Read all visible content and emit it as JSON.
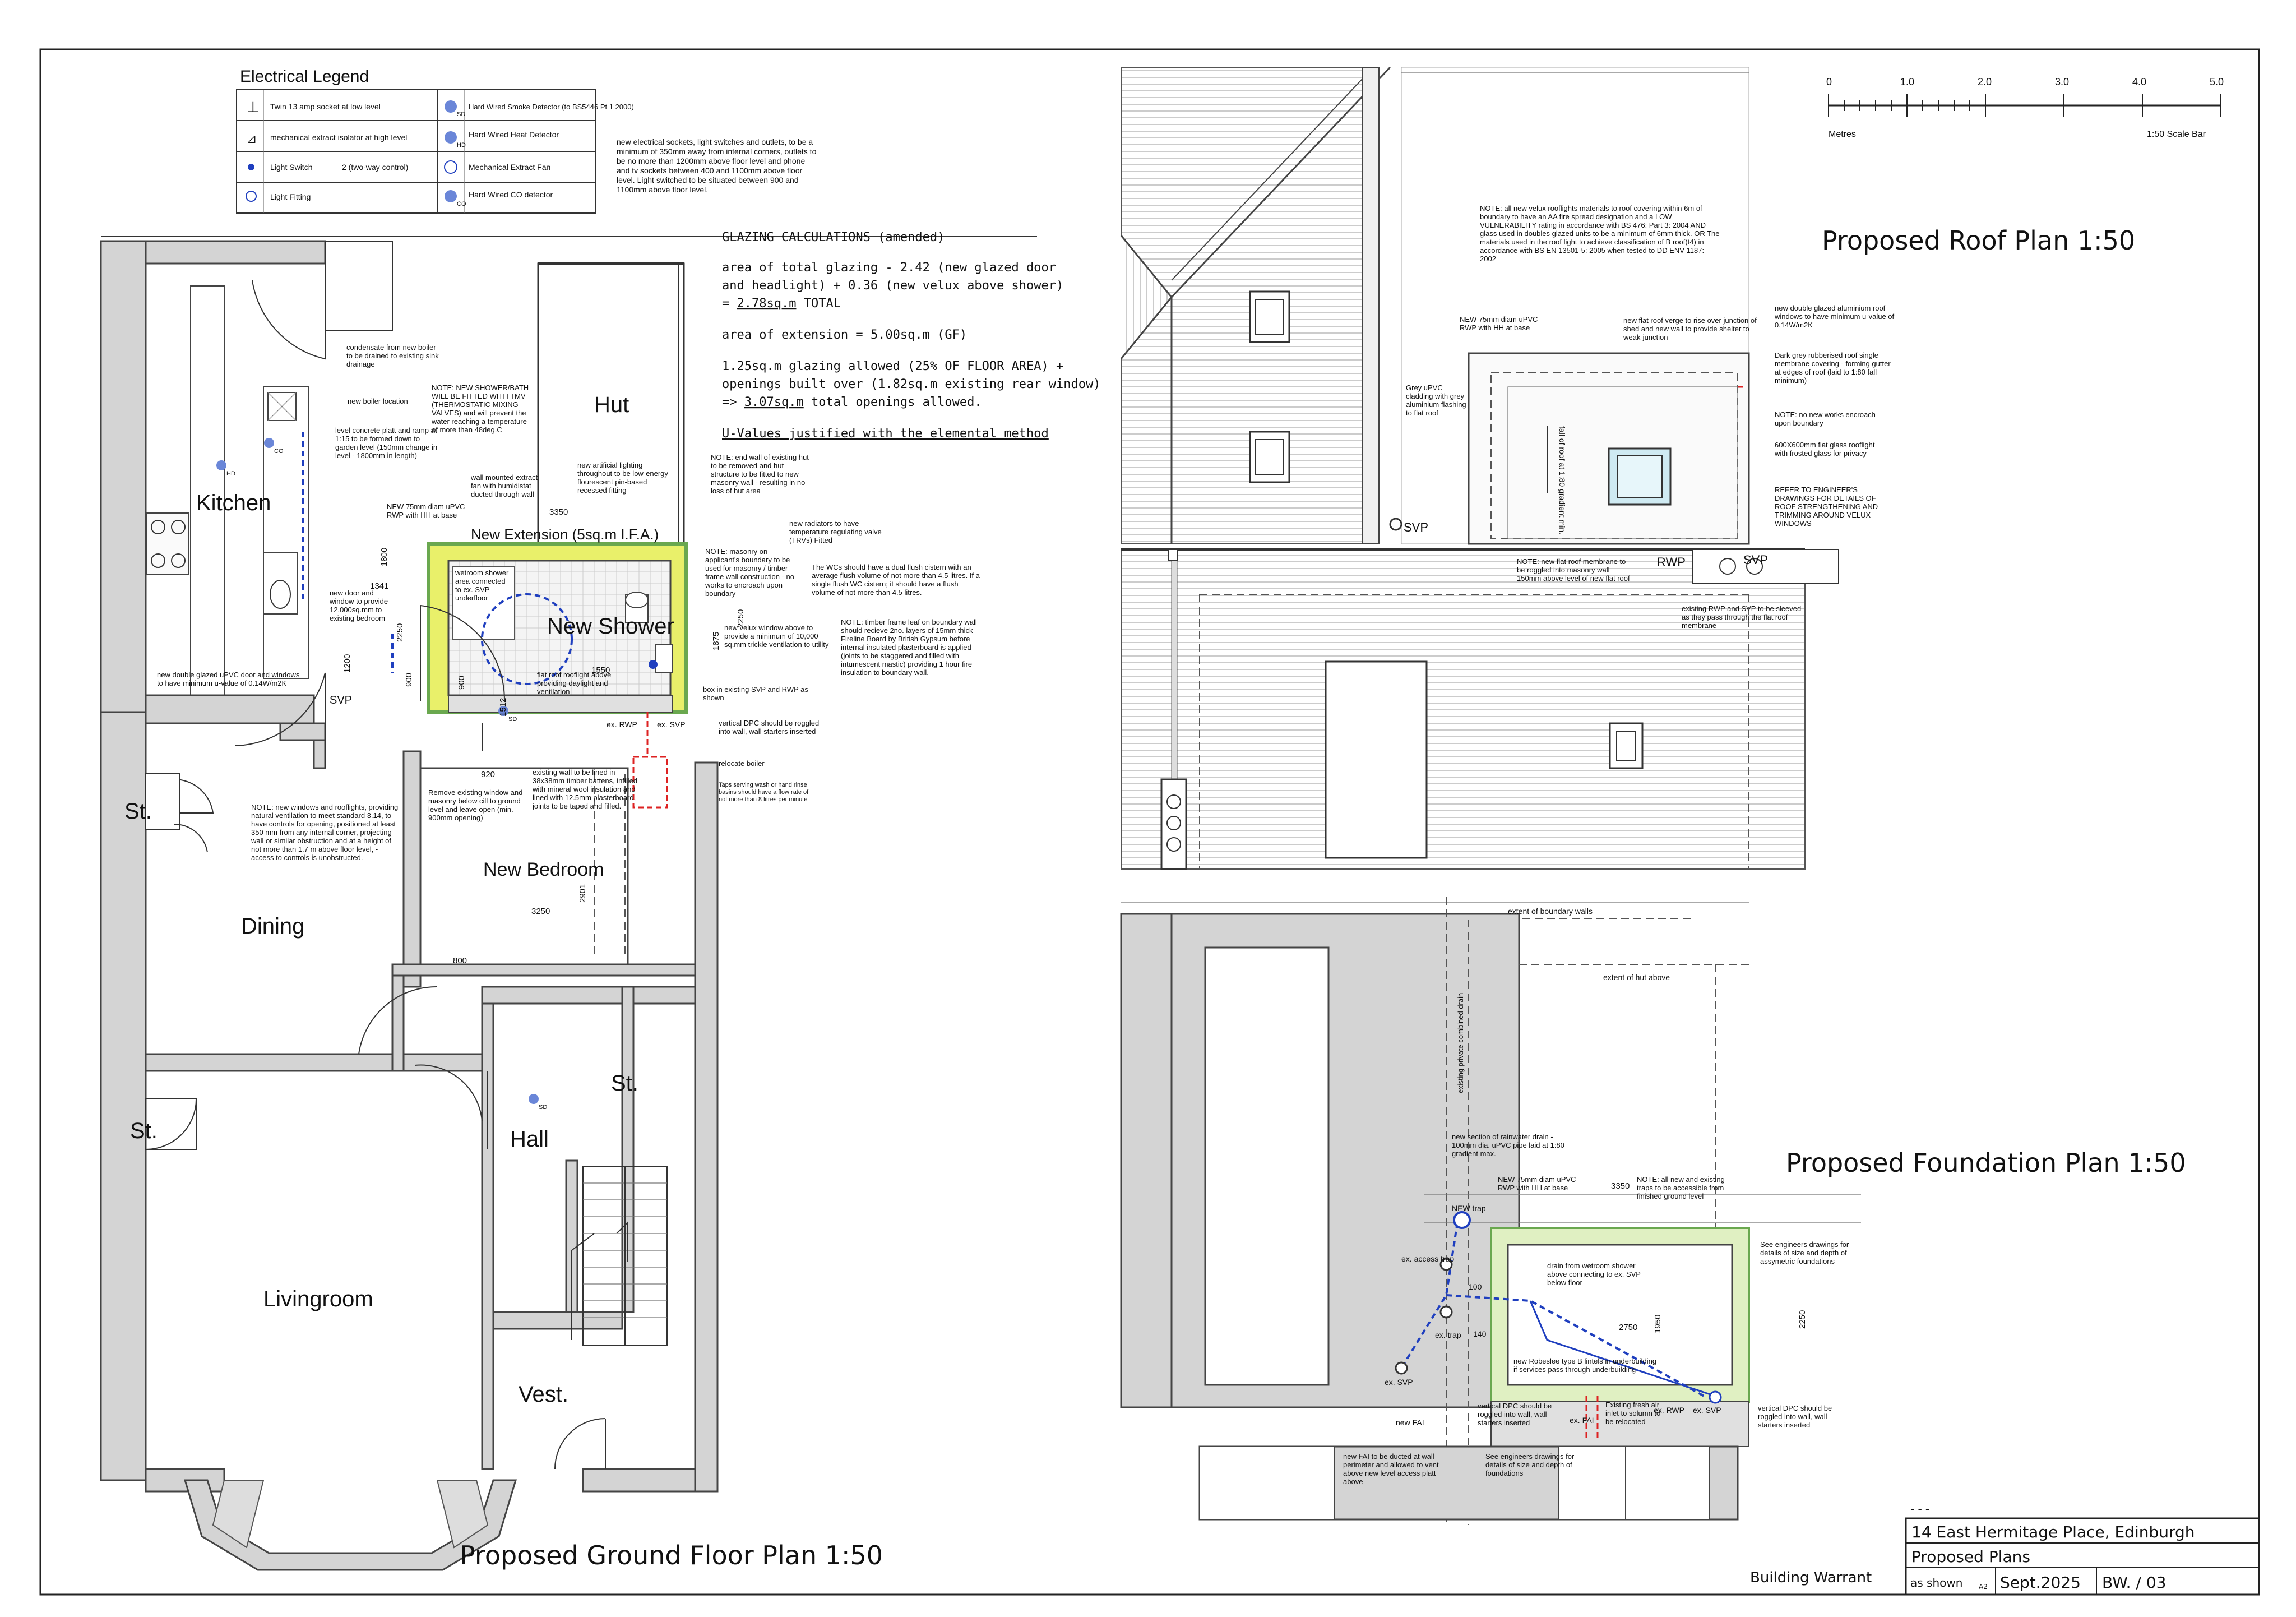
{
  "legend": {
    "title": "Electrical Legend",
    "items": [
      "Twin 13 amp socket at low level",
      "mechanical extract isolator at high level",
      "Light Switch",
      "2 (two-way control)",
      "Light Fitting",
      "Hard Wired Smoke Detector (to BS5446 Pt 1 2000)",
      "Hard Wired Heat Detector",
      "Mechanical Extract Fan",
      "Hard Wired CO detector"
    ],
    "symbol_labels": [
      "SD",
      "HD",
      "CO"
    ]
  },
  "electrical_note": "new electrical sockets, light switches and outlets, to be a minimum of 350mm away from internal corners, outlets to be no more than 1200mm above floor level and phone and tv sockets between 400 and 1100mm above floor level. Light switched to be situated between 900 and 1100mm above floor level.",
  "glazing": {
    "heading": "GLAZING CALCULATIONS (amended)",
    "line1": "area of total glazing -  2.42 (new glazed door",
    "line2": "and headlight) + 0.36  (new velux above shower)",
    "line3_prefix": "= ",
    "line3_value": "2.78sq.m",
    "line3_suffix": " TOTAL",
    "line4": "area of extension = 5.00sq.m (GF)",
    "line5": "1.25sq.m glazing allowed (25% OF FLOOR AREA) +",
    "line6": "openings built over (1.82sq.m existing rear window)",
    "line7_prefix": "=> ",
    "line7_value": "3.07sq.m",
    "line7_suffix": " total openings allowed.",
    "uvalues": "U-Values justified with the elemental method"
  },
  "ground_floor": {
    "title": "Proposed Ground Floor Plan 1:50",
    "rooms": {
      "kitchen": "Kitchen",
      "hut": "Hut",
      "new_extension": "New Extension (5sq.m I.F.A.)",
      "new_shower": "New Shower",
      "st1": "St.",
      "st2": "St.",
      "st3": "St.",
      "dining": "Dining",
      "new_bedroom": "New Bedroom",
      "hall": "Hall",
      "livingroom": "Livingroom",
      "vest": "Vest."
    },
    "dims": [
      "3350",
      "1800",
      "1341",
      "2250",
      "1200",
      "900",
      "1550",
      "900",
      "1512",
      "1875",
      "2250",
      "920",
      "3250",
      "2901",
      "800"
    ],
    "labels": [
      "SVP",
      "ex. RWP",
      "ex. SVP",
      "HD",
      "CO",
      "SD",
      "SD"
    ],
    "notes": {
      "condensate": "condensate from new boiler to be drained to existing sink drainage",
      "boiler": "new boiler location",
      "shower_tmv": "NOTE: NEW SHOWER/BATH WILL BE FITTED WITH TMV (THERMOSTATIC MIXING VALVES) and will prevent the water reaching a temperature of more than 48deg.C",
      "concrete": "level concrete platt and ramp at 1:15 to be formed down to garden level (150mm change in level - 1800mm in length)",
      "extract": "wall mounted extract fan with humidistat ducted through wall",
      "rwp": "NEW 75mm diam uPVC RWP with HH at base",
      "lighting": "new artificial lighting throughout to be low-energy flourescent pin-based recessed fitting",
      "door_window": "new door and window to provide 12,000sq.mm to existing bedroom",
      "wetroom": "wetroom shower area connected to ex. SVP underfloor",
      "rooflight": "flat roof rooflight above providing daylight and ventilation",
      "hut_wall": "NOTE: end wall of existing hut to be removed and hut structure to be fitted to new masonry wall - resulting in no loss of hut area",
      "radiators": "new radiators to have temperature regulating valve (TRVs) Fitted",
      "masonry": "NOTE: masonry on applicant's boundary to be used for masonry / timber frame wall construction - no works to encroach upon boundary",
      "wc": "The WCs should have a dual flush cistern with an average flush volume of not more than 4.5 litres. If a single flush WC cistern; it should have a flush volume of not more than 4.5 litres.",
      "velux": "new velux window above to provide a minimum of 10,000 sq.mm trickle ventilation to utility",
      "timber_frame": "NOTE: timber frame leaf on boundary wall should recieve 2no. layers of 15mm thick Fireline Board by British Gypsum before internal insulated plasterboard is applied (joints to be staggered and filled with intumescent mastic) providing 1 hour fire insulation to boundary wall.",
      "box": "box in existing SVP and RWP as shown",
      "dpc": "vertical DPC should be roggled into wall, wall starters inserted",
      "boiler_relocate": "relocate boiler",
      "taps": "Taps serving wash or hand rinse basins should have a flow rate of not more than 8 litres per minute",
      "double_glazed": "new double glazed uPVC door and windows to have minimum u-value of 0.14W/m2K",
      "ventilation": "NOTE: new windows and rooflights, providing natural ventilation to meet standard 3.14, to have controls for opening, positioned at least 350 mm from any internal corner, projecting wall or similar obstruction and at a height of not more than 1.7 m above floor level, - access to controls is unobstructed.",
      "remove_window": "Remove existing window and masonry below cill to ground level and leave open (min. 900mm opening)",
      "lined_wall": "existing wall to be lined in 38x38mm timber battens, infilled with mineral wool insulation and lined with 12.5mm plasterboard, joints to be taped and filled."
    }
  },
  "scale_bar": {
    "ticks": [
      "0",
      "1.0",
      "2.0",
      "3.0",
      "4.0",
      "5.0"
    ],
    "unit": "Metres",
    "label": "1:50 Scale Bar"
  },
  "roof_plan": {
    "title": "Proposed Roof Plan 1:50",
    "labels": [
      "SVP",
      "RWP",
      "SVP"
    ],
    "fall_label": "fall of roof at 1:80 gradient min.",
    "notes": {
      "velux": "NOTE: all new velux rooflights materials to roof covering within 6m of boundary to have an AA fire spread designation and a LOW VULNERABILITY rating in accordance with BS 476: Part 3: 2004 AND glass used in doubles glazed units to be a minimum of 6mm thick. OR The materials used in the roof light to achieve classification of B roof(t4) in accordance with BS EN 13501-5: 2005 when tested to DD ENV 1187: 2002",
      "rwp": "NEW 75mm diam uPVC RWP with HH at base",
      "verge": "new flat roof verge to rise over junction of shed and new wall to provide shelter to weak-junction",
      "cladding": "Grey uPVC cladding with grey aluminium flashing to flat roof",
      "aluminium": "new double glazed aluminium roof windows to have minimum u-value of 0.14W/m2K",
      "membrane": "Dark grey rubberised roof single membrane covering - forming gutter at edges of roof (laid to 1:80 fall minimum)",
      "encroach": "NOTE: no new works encroach upon boundary",
      "rooflight": "600X600mm flat glass rooflight with frosted glass for privacy",
      "engineer": "REFER TO ENGINEER'S DRAWINGS FOR DETAILS OF ROOF STRENGTHENING AND TRIMMING AROUND VELUX WINDOWS",
      "roggled": "NOTE: new flat roof membrane to be roggled into masonry wall 150mm above level of new flat roof",
      "sleeved": "existing RWP and SVP to be sleeved as they pass through the flat roof membrane"
    }
  },
  "foundation_plan": {
    "title": "Proposed Foundation Plan 1:50",
    "dims": [
      "3350",
      "2250",
      "100",
      "140",
      "2750",
      "1950"
    ],
    "labels": [
      "NEW trap",
      "ex. access trap",
      "ex. trap",
      "ex. SVP",
      "new FAI",
      "ex. FAI",
      "ex. RWP",
      "ex. SVP"
    ],
    "notes": {
      "boundary": "extent of boundary walls",
      "hut": "extent of hut above",
      "drain": "existing private combined drain",
      "rainwater": "new section of rainwater drain - 100mm dia. uPVC pipe laid at 1:80 gradient max.",
      "rwp": "NEW 75mm diam uPVC RWP with HH at base",
      "traps": "NOTE: all new and existing traps to be accessible from finished ground level",
      "engineers": "See engineers drawings for details of size and depth of assymetric foundations",
      "wetroom": "drain from wetroom shower above connecting to ex. SVP below floor",
      "lintels": "new Robeslee type B lintels in underbuilding if services pass through underbuilding",
      "dpc1": "vertical DPC should be roggled into wall, wall starters inserted",
      "fresh_air": "Existing fresh air inlet to solumn to be relocated",
      "dpc2": "vertical DPC should be roggled into wall, wall starters inserted",
      "fai": "new FAI to be ducted at wall perimeter and allowed to vent above new level access platt above",
      "see_eng": "See engineers drawings for details of size and depth of foundations"
    }
  },
  "title_block": {
    "dashes": "-   -   -",
    "address": "14 East Hermitage Place, Edinburgh",
    "drawing": "Proposed Plans",
    "scale": "as shown",
    "size": "A2",
    "date": "Sept.2025",
    "number": "BW.  / 03",
    "status": "Building Warrant"
  }
}
